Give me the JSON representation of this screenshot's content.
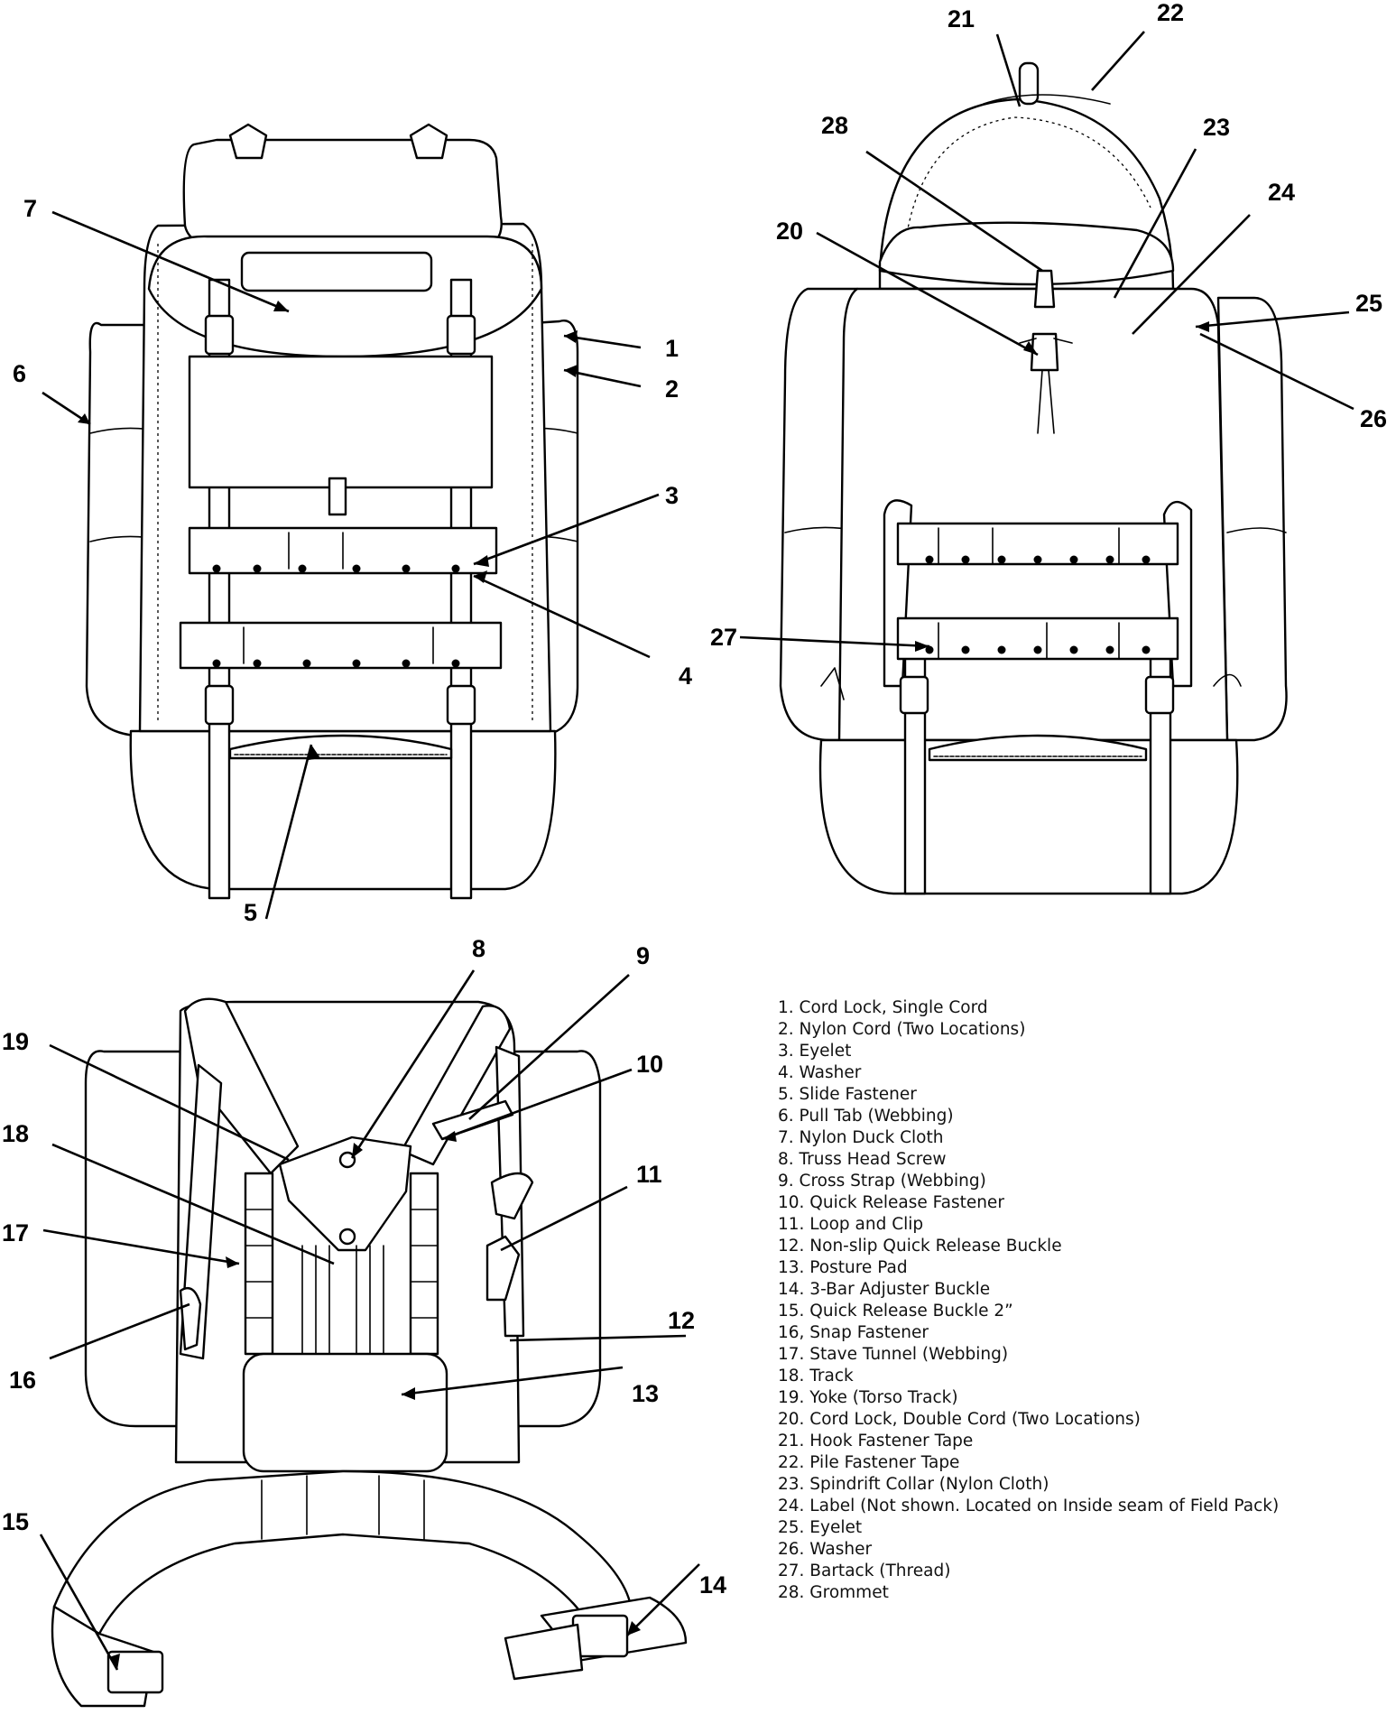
{
  "callouts": [
    "1",
    "2",
    "3",
    "4",
    "5",
    "6",
    "7",
    "8",
    "9",
    "10",
    "11",
    "12",
    "13",
    "14",
    "15",
    "16",
    "17",
    "18",
    "19",
    "20",
    "21",
    "22",
    "23",
    "24",
    "25",
    "26",
    "27",
    "28"
  ],
  "legend": [
    "1.  Cord Lock, Single Cord",
    "2.  Nylon Cord (Two Locations)",
    "3.  Eyelet",
    "4.  Washer",
    "5.  Slide Fastener",
    "6.  Pull Tab (Webbing)",
    "7.  Nylon Duck Cloth",
    "8.  Truss Head Screw",
    "9.  Cross Strap (Webbing)",
    "10. Quick Release Fastener",
    "11. Loop and Clip",
    "12. Non-slip Quick Release Buckle",
    "13. Posture Pad",
    "14. 3-Bar Adjuster Buckle",
    "15. Quick Release Buckle 2”",
    "16, Snap Fastener",
    "17. Stave Tunnel (Webbing)",
    "18. Track",
    "19. Yoke (Torso Track)",
    "20. Cord Lock, Double Cord (Two Locations)",
    "21. Hook Fastener Tape",
    "22. Pile Fastener Tape",
    "23. Spindrift Collar (Nylon Cloth)",
    "24. Label (Not shown. Located on Inside seam of Field Pack)",
    "25. Eyelet",
    "26. Washer",
    "27. Bartack (Thread)",
    "28. Grommet"
  ]
}
